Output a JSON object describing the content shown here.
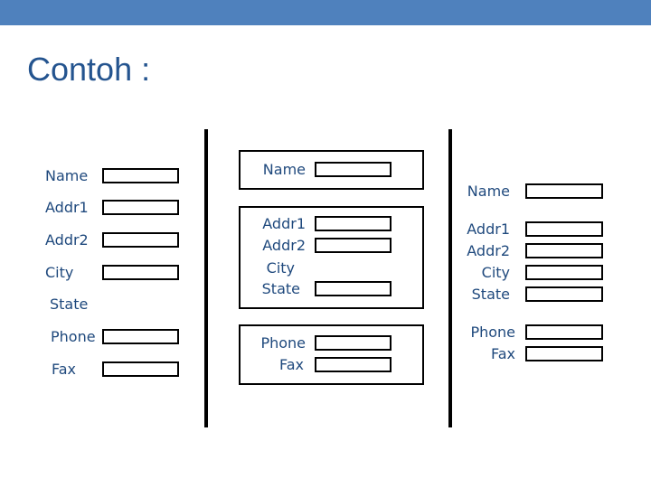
{
  "slide": {
    "title": "Contoh :",
    "accent_bar_color": "#4f81bd",
    "title_color": "#24548f",
    "label_color": "#1f497d",
    "stroke_color": "#000000"
  },
  "form_left": {
    "rows": [
      {
        "label": "Name",
        "has_box": true
      },
      {
        "label": "Addr1",
        "has_box": true
      },
      {
        "label": "Addr2",
        "has_box": true
      },
      {
        "label": "City",
        "has_box": true
      },
      {
        "label": "State",
        "has_box": false
      },
      {
        "label": "Phone",
        "has_box": true
      },
      {
        "label": "Fax",
        "has_box": true
      }
    ]
  },
  "form_middle": {
    "panels": [
      {
        "rows": [
          {
            "label": "Name",
            "has_box": true
          }
        ]
      },
      {
        "rows": [
          {
            "label": "Addr1",
            "has_box": true
          },
          {
            "label": "Addr2",
            "has_box": true
          },
          {
            "label": "City",
            "has_box": false
          },
          {
            "label": "State",
            "has_box": true
          }
        ]
      },
      {
        "rows": [
          {
            "label": "Phone",
            "has_box": true
          },
          {
            "label": "Fax",
            "has_box": true
          }
        ]
      }
    ]
  },
  "form_right": {
    "rows": [
      {
        "label": "Name",
        "has_box": true
      },
      {
        "label": "Addr1",
        "has_box": true
      },
      {
        "label": "Addr2",
        "has_box": true
      },
      {
        "label": "City",
        "has_box": true
      },
      {
        "label": "State",
        "has_box": true
      },
      {
        "label": "Phone",
        "has_box": true
      },
      {
        "label": "Fax",
        "has_box": true
      }
    ]
  }
}
